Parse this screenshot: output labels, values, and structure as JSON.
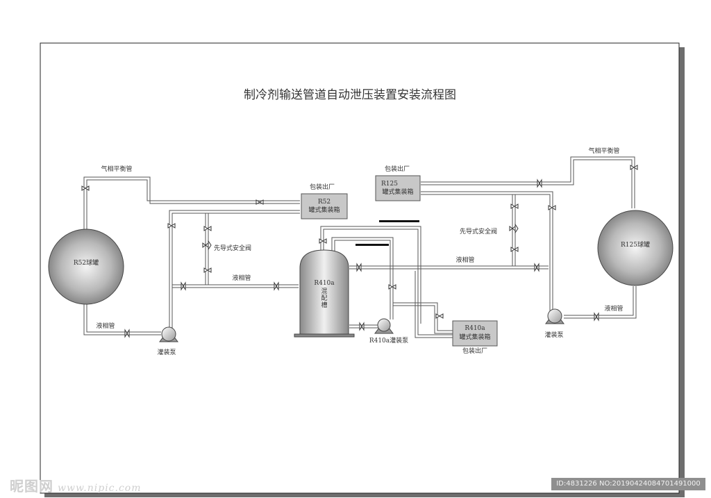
{
  "title": "制冷剂输送管道自动泄压装置安装流程图",
  "labels": {
    "r52_tank": "R52球罐",
    "r125_tank": "R125球罐",
    "mix_tank_l1": "R410a",
    "mix_tank_l2": "混",
    "mix_tank_l3": "配",
    "mix_tank_l4": "槽",
    "gas_balance_left": "气相平衡管",
    "gas_balance_right": "气相平衡管",
    "liquid_left_mid": "液相管",
    "liquid_left_low": "液相管",
    "liquid_right_mid": "液相管",
    "liquid_right_low": "液相管",
    "pilot_valve_left": "先导式安全阀",
    "pilot_valve_right": "先导式安全阀",
    "pump_left": "灌装泵",
    "pump_right": "灌装泵",
    "pump_mid": "R410a灌装泵",
    "ship_r52": "包装出厂",
    "ship_r125": "包装出厂",
    "ship_r410a": "包装出厂",
    "box_r52_l1": "R52",
    "box_r52_l2": "罐式集装箱",
    "box_r125_l1": "R125",
    "box_r125_l2": "罐式集装箱",
    "box_r410a_l1": "R410a",
    "box_r410a_l2": "罐式集装箱"
  },
  "watermark": {
    "brand": "昵图网",
    "url": "www.nipic.com"
  },
  "image_id": "ID:4831226 NO:20190424084701491000",
  "colors": {
    "pipe": "#555555",
    "box_fill": "#c8c8c8",
    "frame": "#222222",
    "shadow": "#6e6e6e"
  }
}
